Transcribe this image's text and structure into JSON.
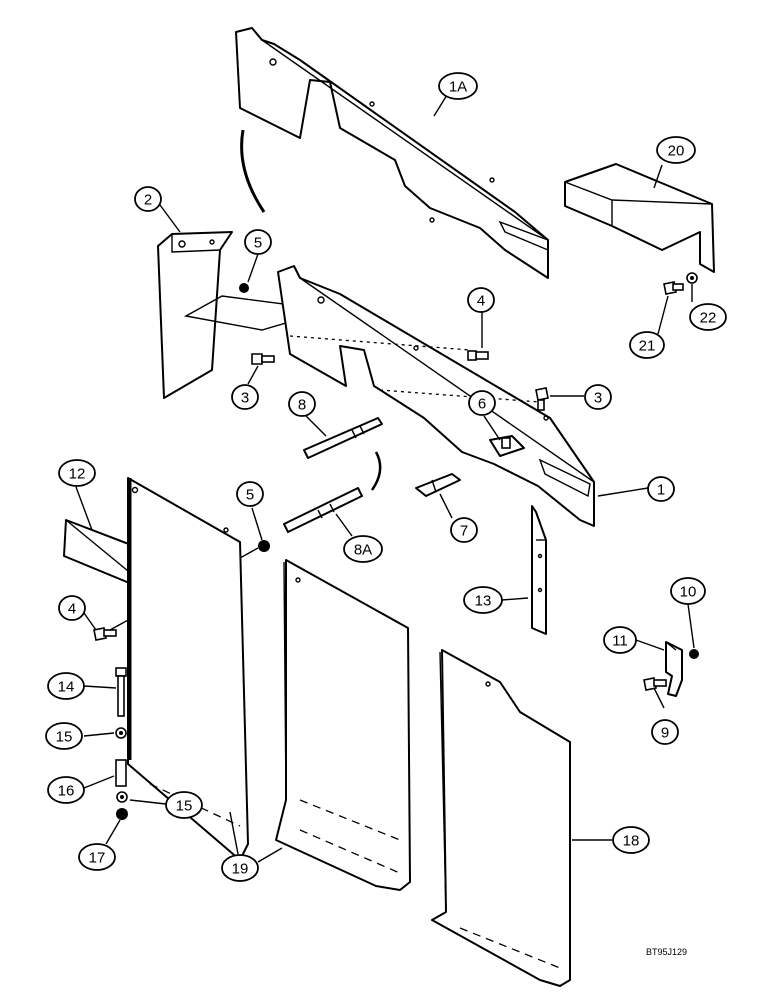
{
  "figure_id": "BT95J129",
  "callouts": {
    "c1A": "1A",
    "c20": "20",
    "c2": "2",
    "c5a": "5",
    "c4a": "4",
    "c22": "22",
    "c21": "21",
    "c3a": "3",
    "c3b": "3",
    "c8": "8",
    "c6": "6",
    "c12": "12",
    "c5b": "5",
    "c1": "1",
    "c7": "7",
    "c8A": "8A",
    "c4b": "4",
    "c13": "13",
    "c10": "10",
    "c11": "11",
    "c14": "14",
    "c15a": "15",
    "c9": "9",
    "c16": "16",
    "c15b": "15",
    "c17": "17",
    "c19": "19",
    "c18": "18"
  }
}
